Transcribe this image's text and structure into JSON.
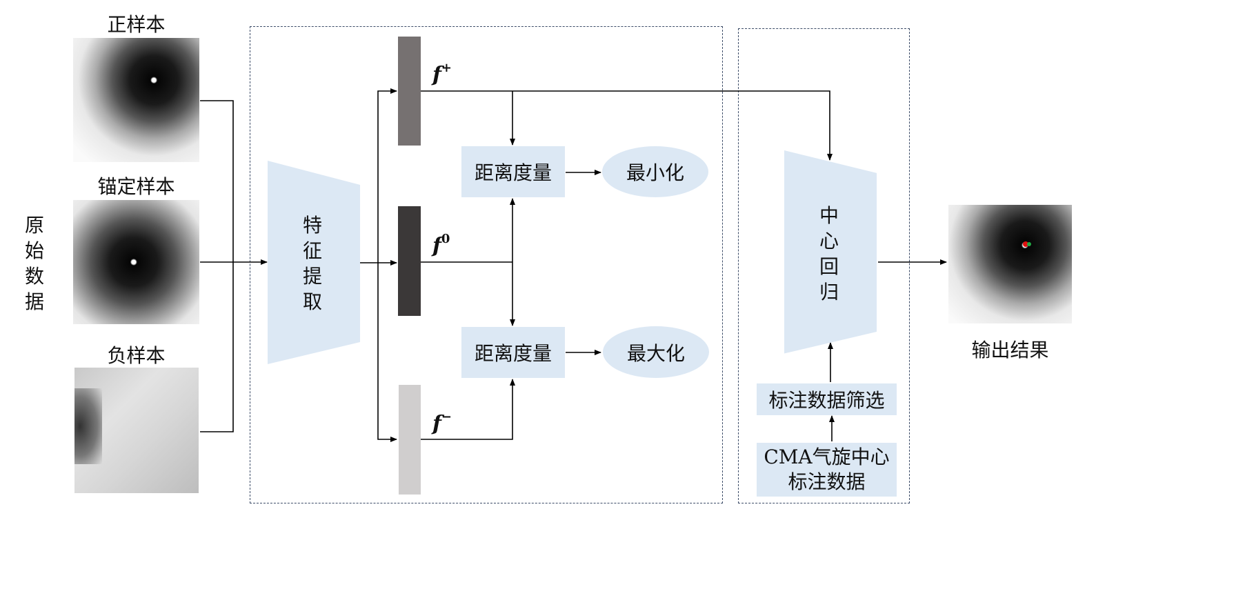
{
  "left": {
    "group_label": "原始数据",
    "samples": [
      {
        "label": "正样本",
        "image": "typhoon-eye-satellite"
      },
      {
        "label": "锚定样本",
        "image": "typhoon-eye-satellite"
      },
      {
        "label": "负样本",
        "image": "non-typhoon-cloud-satellite"
      }
    ]
  },
  "feature_extraction": {
    "label": "特征提取"
  },
  "features": [
    {
      "symbol": "f",
      "sup": "+",
      "color": "#767171"
    },
    {
      "symbol": "f",
      "sup": "0",
      "color": "#3b3838"
    },
    {
      "symbol": "f",
      "sup": "−",
      "color": "#d0cece"
    }
  ],
  "distance_blocks": [
    {
      "label": "距离度量",
      "objective": "最小化"
    },
    {
      "label": "距离度量",
      "objective": "最大化"
    }
  ],
  "regression": {
    "label": "中心回归",
    "filter_label": "标注数据筛选",
    "source_label_line1": "CMA气旋中心",
    "source_label_line2": "标注数据"
  },
  "output": {
    "label": "输出结果",
    "markers": [
      "red",
      "green"
    ]
  },
  "colors": {
    "block_fill": "#dce8f4",
    "dash_border": "#3a4a66"
  }
}
